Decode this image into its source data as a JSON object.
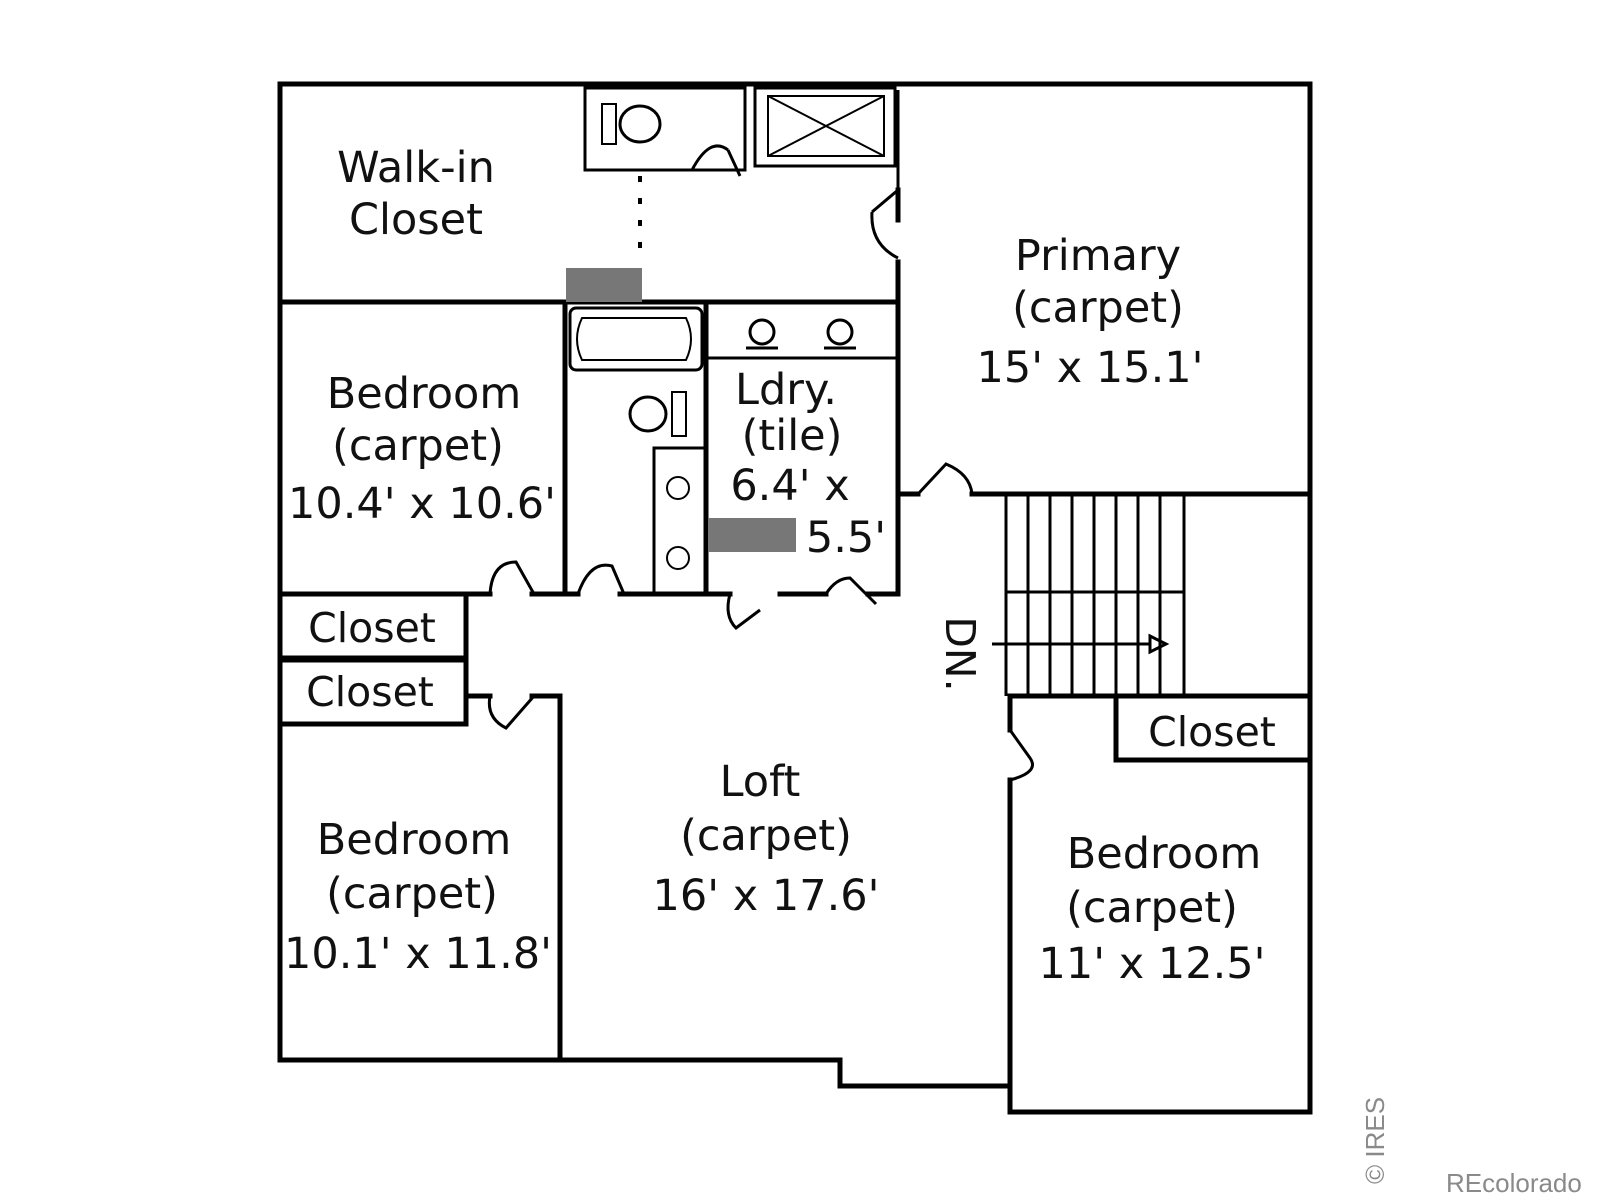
{
  "rooms": {
    "walk_in_closet": [
      "Walk-in",
      "Closet"
    ],
    "primary": [
      "Primary",
      "(carpet)",
      "15' x 15.1'"
    ],
    "bedroom_1": [
      "Bedroom",
      "(carpet)",
      "10.4' x 10.6'"
    ],
    "laundry": [
      "Ldry.",
      "(tile)",
      "6.4' x",
      "5.5'"
    ],
    "closet_1": "Closet",
    "closet_2": "Closet",
    "closet_3": "Closet",
    "loft": [
      "Loft",
      "(carpet)",
      "16' x 17.6'"
    ],
    "bedroom_2": [
      "Bedroom",
      "(carpet)",
      "10.1' x 11.8'"
    ],
    "bedroom_3": [
      "Bedroom",
      "(carpet)",
      "11' x 12.5'"
    ]
  },
  "stairs": {
    "label": "DN."
  },
  "watermark": {
    "ires": "© IRES",
    "brand": "REcolorado"
  },
  "colors": {
    "wall": "#000000",
    "fixture_fill": "#777777",
    "watermark": "#8a8a8a"
  }
}
